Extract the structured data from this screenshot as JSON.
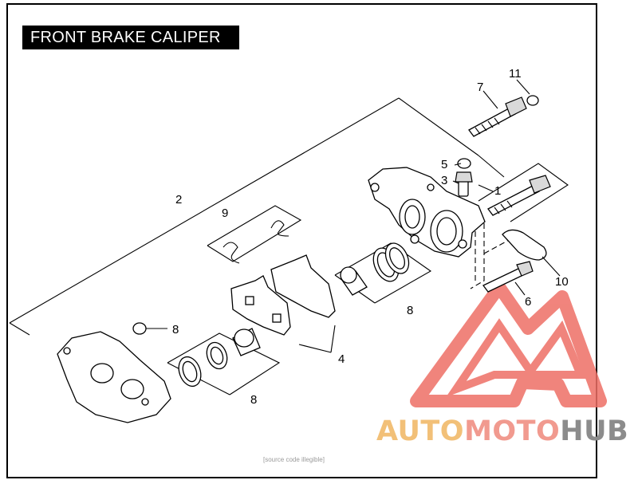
{
  "title": "FRONT BRAKE CALIPER",
  "callouts": {
    "c1": "1",
    "c2": "2",
    "c3": "3",
    "c4": "4",
    "c5": "5",
    "c6": "6",
    "c7": "7",
    "c8a": "8",
    "c8b": "8",
    "c8c": "8",
    "c9": "9",
    "c10": "10",
    "c11": "11"
  },
  "watermark": {
    "text_1": "AUTO",
    "text_2": "MOTO",
    "text_3": "HUB",
    "colors": {
      "auto": "#f2c078",
      "moto": "#f19a8f",
      "hub": "#8c8c8c",
      "logo": "#ee6f66"
    }
  },
  "footer_code": "[source code illegible]"
}
